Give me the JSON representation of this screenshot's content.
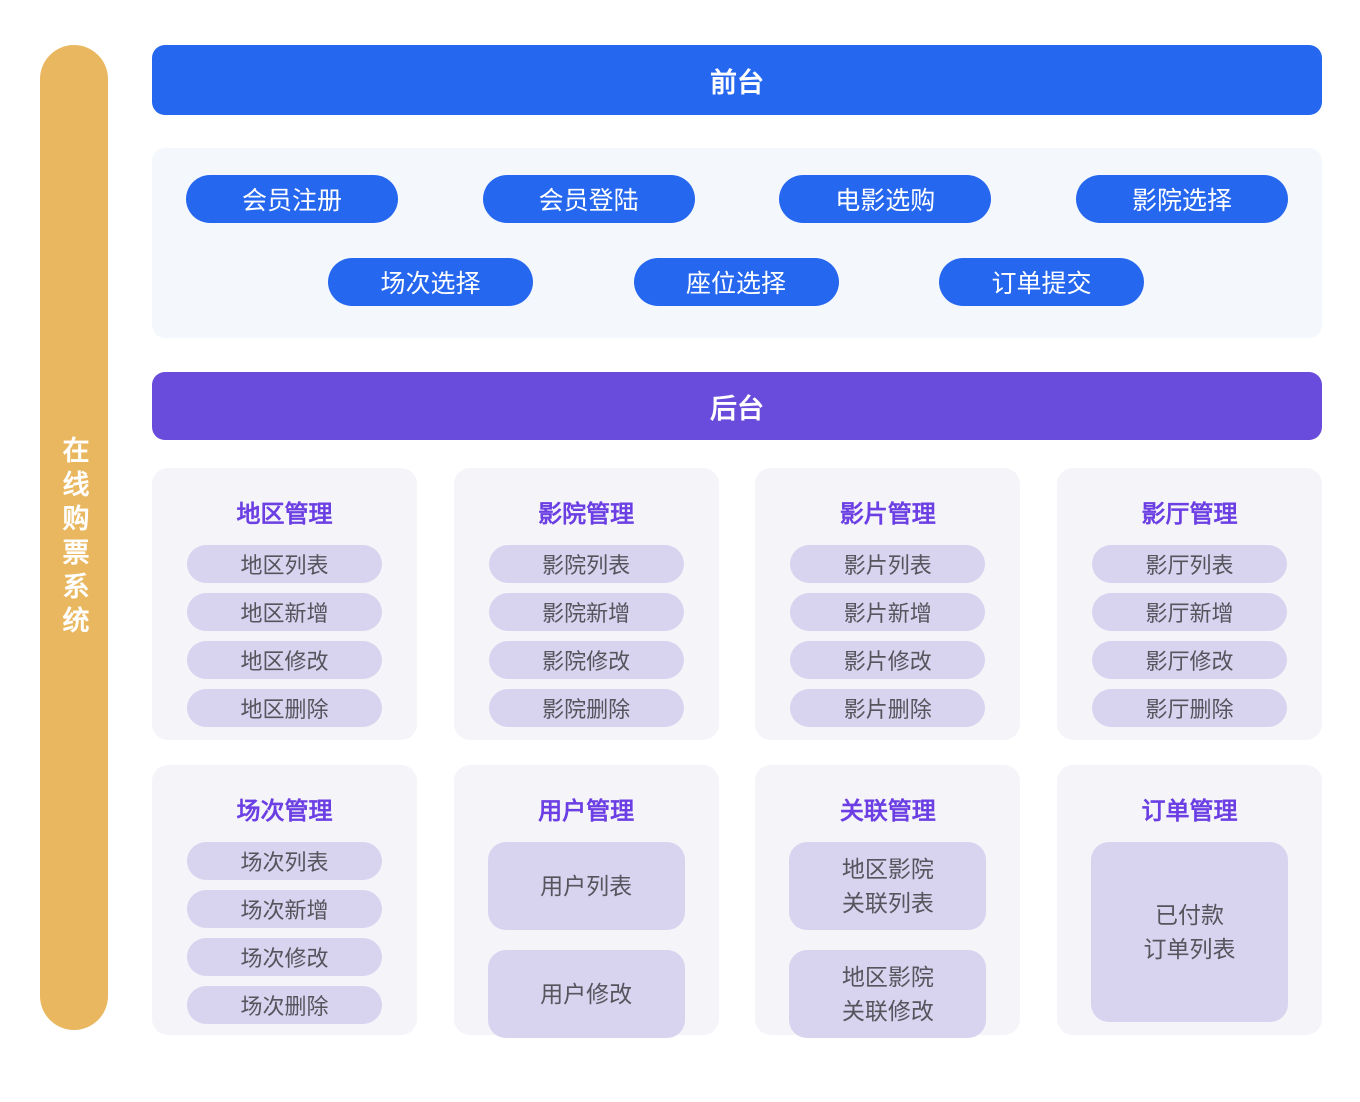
{
  "system_label": "在线购票系统",
  "frontend": {
    "title": "前台",
    "row1": [
      "会员注册",
      "会员登陆",
      "电影选购",
      "影院选择"
    ],
    "row2": [
      "场次选择",
      "座位选择",
      "订单提交"
    ]
  },
  "backend": {
    "title": "后台",
    "cards": [
      {
        "id": "region",
        "title": "地区管理",
        "style": "pill",
        "items": [
          "地区列表",
          "地区新增",
          "地区修改",
          "地区删除"
        ]
      },
      {
        "id": "cinema",
        "title": "影院管理",
        "style": "pill",
        "items": [
          "影院列表",
          "影院新增",
          "影院修改",
          "影院删除"
        ]
      },
      {
        "id": "film",
        "title": "影片管理",
        "style": "pill",
        "items": [
          "影片列表",
          "影片新增",
          "影片修改",
          "影片删除"
        ]
      },
      {
        "id": "hall",
        "title": "影厅管理",
        "style": "pill",
        "items": [
          "影厅列表",
          "影厅新增",
          "影厅修改",
          "影厅删除"
        ]
      },
      {
        "id": "session",
        "title": "场次管理",
        "style": "pill",
        "items": [
          "场次列表",
          "场次新增",
          "场次修改",
          "场次删除"
        ]
      },
      {
        "id": "user",
        "title": "用户管理",
        "style": "box",
        "items": [
          "用户列表",
          "用户修改"
        ]
      },
      {
        "id": "relation",
        "title": "关联管理",
        "style": "box",
        "items": [
          "地区影院\n关联列表",
          "地区影院\n关联修改"
        ]
      },
      {
        "id": "order",
        "title": "订单管理",
        "style": "bigbox",
        "items": [
          "已付款\n订单列表"
        ]
      }
    ]
  },
  "colors": {
    "frontend_blue": "#2667EF",
    "backend_purple": "#6A4CDC",
    "card_title_purple": "#6B3FE3",
    "sidebar_orange": "#E9B75F",
    "frontend_section_bg": "#F4F8FC",
    "card_bg": "#F5F4F9",
    "item_bg": "#D8D3EF",
    "item_text": "#56545C"
  }
}
